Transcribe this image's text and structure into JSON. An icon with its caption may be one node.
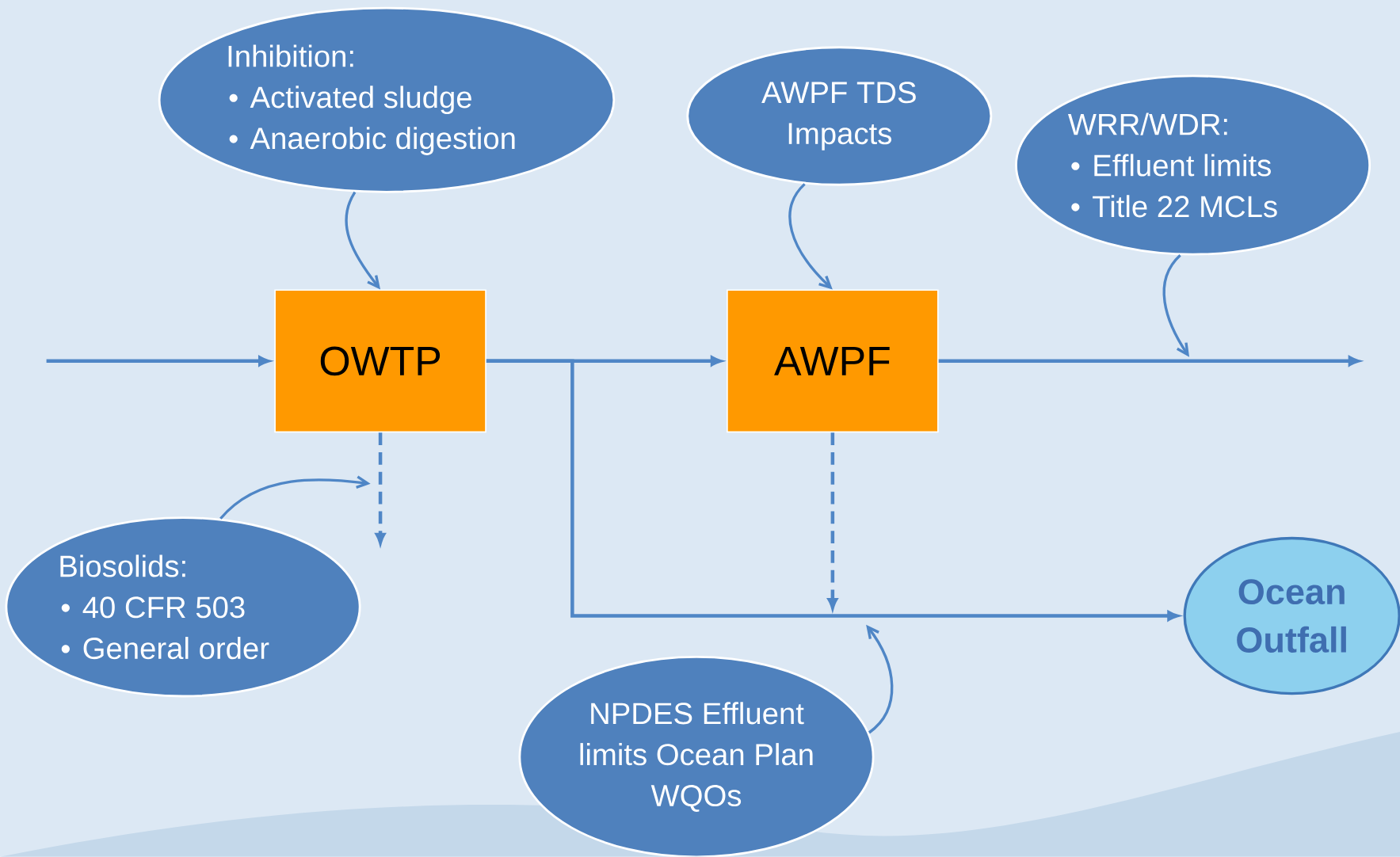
{
  "diagram": {
    "nodes": [
      {
        "text": [
          "Inhibition:",
          "Activated sludge",
          "Anaerobic digestion"
        ]
      },
      {
        "text": [
          "AWPF TDS Impacts"
        ]
      },
      {
        "text": [
          "WRR/WDR:",
          "Effluent limits",
          "Title 22 MCLs"
        ]
      },
      {
        "text": [
          "OWTP"
        ]
      },
      {
        "text": [
          "AWPF"
        ]
      },
      {
        "text": [
          "Biosolids:",
          "40 CFR 503",
          "General order"
        ]
      },
      {
        "text": [
          "Ocean Outfall"
        ]
      },
      {
        "text": [
          "NPDES Effluent limits Ocean Plan WQOs"
        ]
      }
    ],
    "edges": [
      {
        "from": null,
        "to": 3,
        "arrow": "to"
      },
      {
        "from": 3,
        "to": 4,
        "arrow": "to"
      },
      {
        "from": 3,
        "to": 6,
        "arrow": "to"
      },
      {
        "from": 4,
        "to": null,
        "arrow": "to"
      },
      {
        "from": 3,
        "to": null,
        "arrow": "to",
        "style": "dashed"
      },
      {
        "from": 4,
        "to": null,
        "arrow": "to",
        "style": "dashed"
      },
      {
        "from": 0,
        "to": 3,
        "arrow": "to"
      },
      {
        "from": 1,
        "to": 4,
        "arrow": "to"
      },
      {
        "from": 2,
        "to": null,
        "arrow": "to"
      },
      {
        "from": 5,
        "to": null,
        "arrow": "to"
      },
      {
        "from": 7,
        "to": null,
        "arrow": "to"
      }
    ]
  }
}
